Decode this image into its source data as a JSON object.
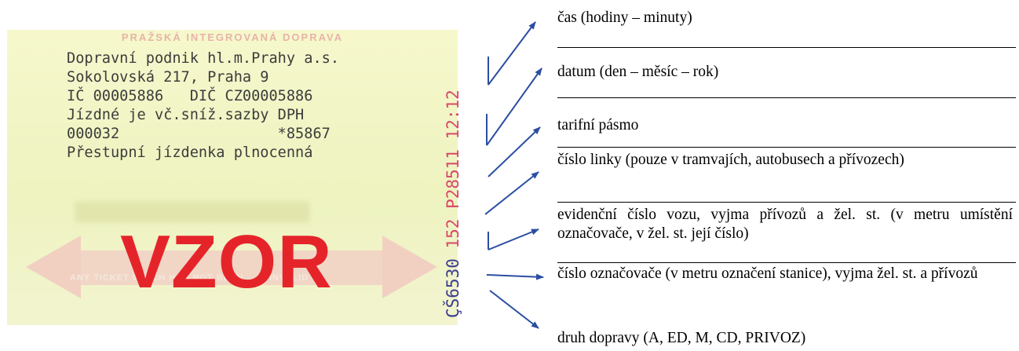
{
  "ticket": {
    "header": "PRAŽSKÁ INTEGROVANÁ DOPRAVA",
    "lines": [
      "Dopravní podnik hl.m.Prahy a.s.",
      "Sokolovská 217, Praha 9",
      "IČ 00005886   DIČ CZ00005886",
      "Jízdné je vč.sníž.sazby DPH",
      "000032                  *85867",
      "Přestupní jízdenka plnocenná"
    ],
    "invalid_text": "ANY TICKET WHICH HAS NOT BEEN  ...S INVALID",
    "watermark": "VZOR",
    "stamp_blue": "ÇŠ6530",
    "stamp_red": " 152 P28511 12:12"
  },
  "labels": [
    {
      "text": "čas (hodiny – minuty)"
    },
    {
      "text": "datum (den – měsíc – rok)"
    },
    {
      "text": "tarifní pásmo"
    },
    {
      "text": "číslo linky (pouze v tramvajích, autobusech a přívozech)"
    },
    {
      "text": "evidenční číslo vozu, vyjma přívozů a žel. st. (v metru umístění označovače, v žel. st. její číslo)"
    },
    {
      "text": "číslo označovače (v metru označení stanice), vyjma žel. st. a přívozů"
    },
    {
      "text": "druh dopravy (A, ED, M, CD, PRIVOZ)"
    }
  ],
  "colors": {
    "arrow": "#2b4ea1",
    "watermark": "#e5242a",
    "stamp_red": "#d9476a",
    "stamp_blue": "#3b3d8e"
  }
}
